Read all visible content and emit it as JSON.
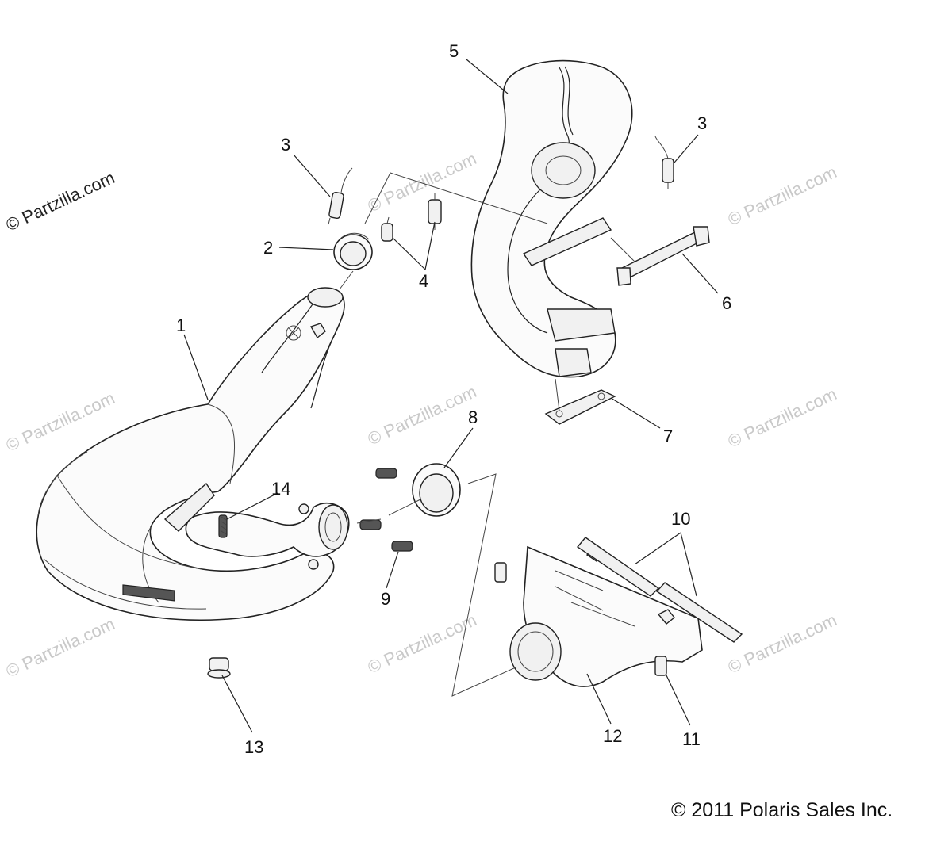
{
  "watermark": {
    "text": "© Partzilla.com",
    "color_faint": "#c9c9c9",
    "color_dark": "#222222"
  },
  "copyright": "© 2011 Polaris Sales Inc.",
  "callouts": [
    {
      "id": "1",
      "label": "1"
    },
    {
      "id": "2",
      "label": "2"
    },
    {
      "id": "3a",
      "label": "3"
    },
    {
      "id": "3b",
      "label": "3"
    },
    {
      "id": "4",
      "label": "4"
    },
    {
      "id": "5",
      "label": "5"
    },
    {
      "id": "6",
      "label": "6"
    },
    {
      "id": "7",
      "label": "7"
    },
    {
      "id": "8",
      "label": "8"
    },
    {
      "id": "9",
      "label": "9"
    },
    {
      "id": "10",
      "label": "10"
    },
    {
      "id": "11",
      "label": "11"
    },
    {
      "id": "12",
      "label": "12"
    },
    {
      "id": "13",
      "label": "13"
    },
    {
      "id": "14",
      "label": "14"
    }
  ]
}
